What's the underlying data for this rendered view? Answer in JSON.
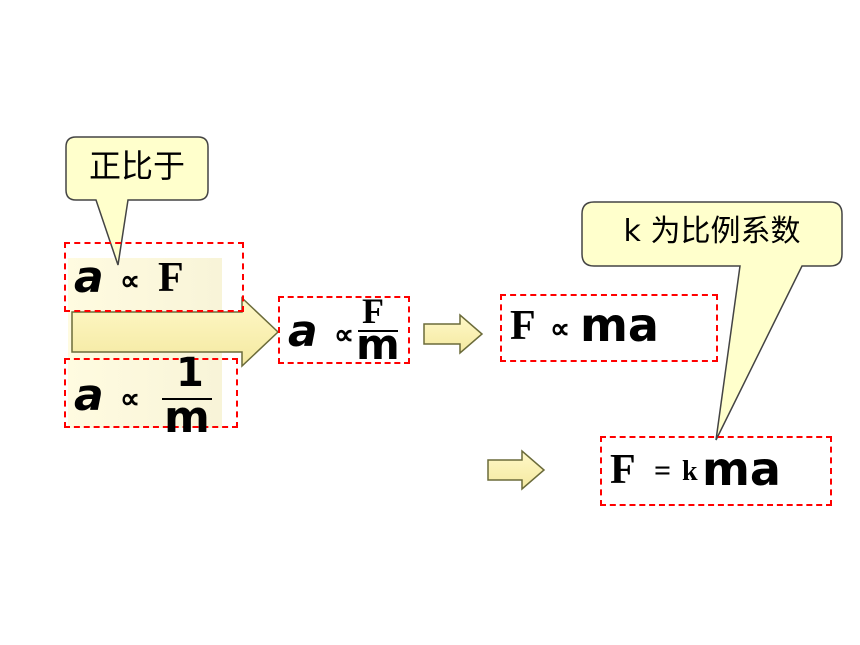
{
  "callouts": {
    "proportional": "正比于",
    "coefficient": "k 为比例系数"
  },
  "formulas": {
    "a_prop_F": {
      "a": "a",
      "prop": "∝",
      "F": "F"
    },
    "a_prop_inv_m": {
      "a": "a",
      "prop": "∝",
      "num": "1",
      "den": "m"
    },
    "a_prop_F_over_m": {
      "a": "a",
      "prop": "∝",
      "num": "F",
      "den": "m"
    },
    "F_prop_ma": {
      "F": "F",
      "prop": "∝",
      "ma": "ma"
    },
    "F_eq_kma": {
      "F": "F",
      "eq": "=",
      "k": "k",
      "ma": "ma"
    }
  },
  "colors": {
    "dashed_border": "#ff0000",
    "callout_fill": "#ffffcc",
    "arrow_fill": "#fff5b0",
    "arrow_stroke": "#707040"
  }
}
